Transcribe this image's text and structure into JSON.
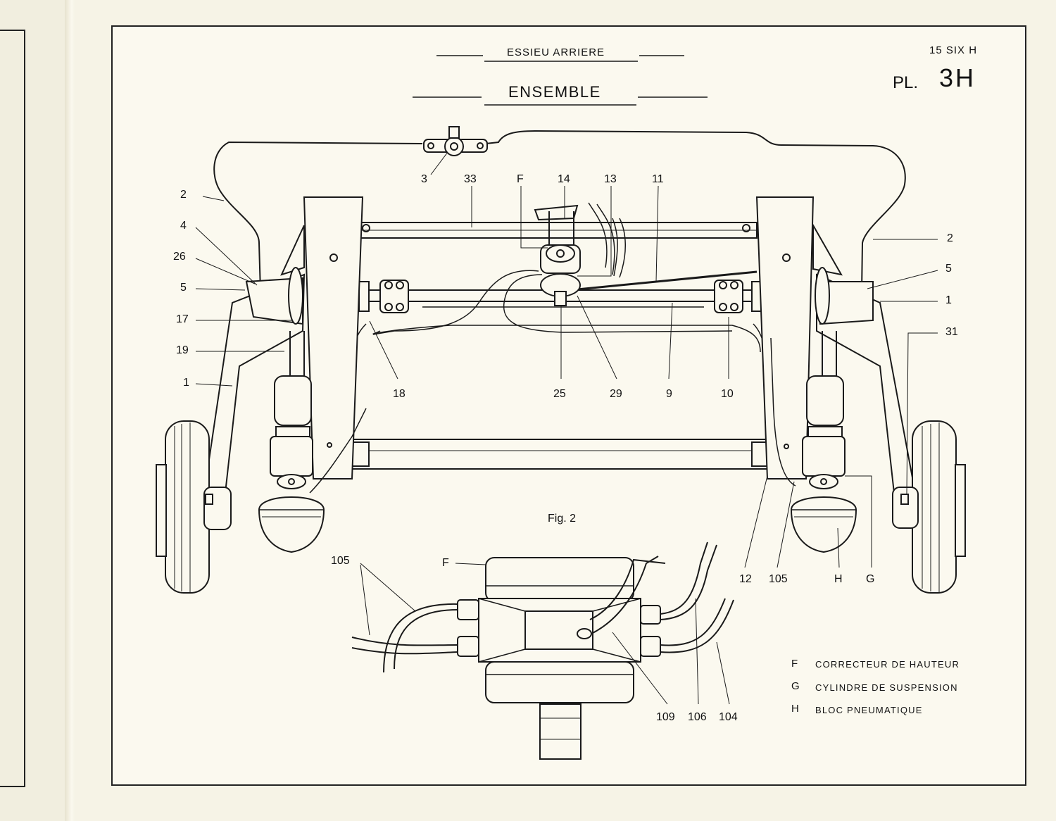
{
  "header": {
    "subtitle": "ESSIEU ARRIERE",
    "title": "ENSEMBLE",
    "model_code": "15 SIX H",
    "plate_prefix": "PL.",
    "plate_number": "3H"
  },
  "figure_caption": "Fig. 2",
  "callouts": {
    "left": [
      "2",
      "4",
      "26",
      "5",
      "17",
      "19",
      "1"
    ],
    "top": [
      "3",
      "33",
      "F",
      "14",
      "13",
      "11"
    ],
    "right": [
      "2",
      "5",
      "1",
      "31"
    ],
    "middle": [
      "18",
      "25",
      "29",
      "9",
      "10"
    ],
    "lower": [
      "105",
      "12",
      "105",
      "H",
      "G"
    ],
    "detail_f": "F",
    "detail_bottom": [
      "109",
      "106",
      "104"
    ]
  },
  "legend": [
    {
      "key": "F",
      "text": "CORRECTEUR DE HAUTEUR"
    },
    {
      "key": "G",
      "text": "CYLINDRE DE SUSPENSION"
    },
    {
      "key": "H",
      "text": "BLOC PNEUMATIQUE"
    }
  ]
}
